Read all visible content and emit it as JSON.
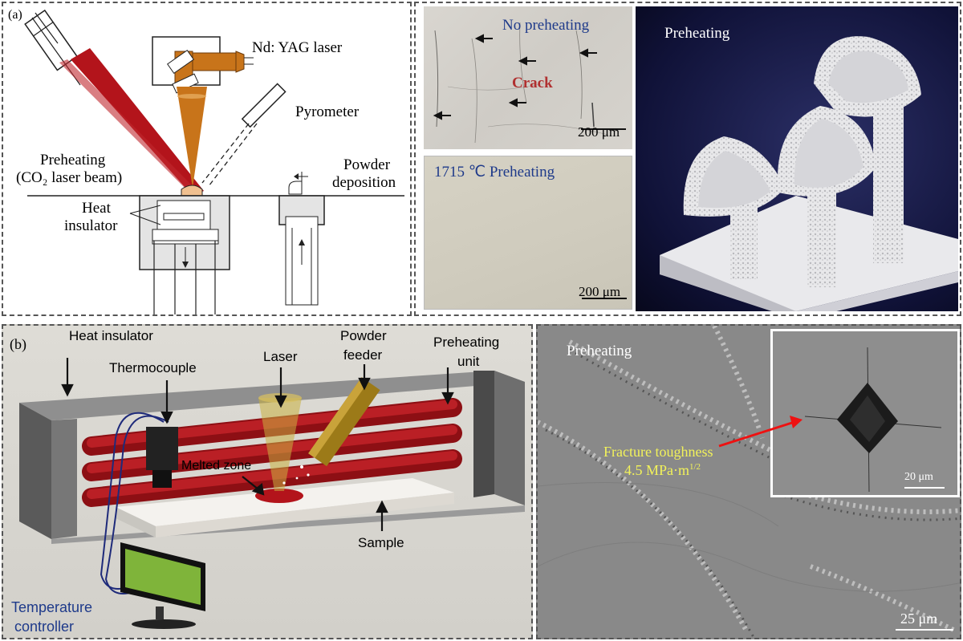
{
  "panel_a": {
    "label": "(a)",
    "nd_yag_laser": "Nd: YAG laser",
    "pyrometer": "Pyrometer",
    "preheating_line1": "Preheating",
    "preheating_line2": "(CO₂ laser beam)",
    "powder_line1": "Powder",
    "powder_line2": "deposition",
    "heat_line1": "Heat",
    "heat_line2": "insulator"
  },
  "micro_top": {
    "title": "No preheating",
    "crack": "Crack",
    "scale": "200 μm"
  },
  "micro_bottom": {
    "title": "1715 ℃  Preheating",
    "scale": "200 μm"
  },
  "photo_a": {
    "title": "Preheating"
  },
  "panel_b": {
    "label": "(b)",
    "heat_insulator": "Heat insulator",
    "thermocouple": "Thermocouple",
    "laser": "Laser",
    "powder_line1": "Powder",
    "powder_line2": "feeder",
    "preheat_line1": "Preheating",
    "preheat_line2": "unit",
    "melted_zone": "Melted zone",
    "sample": "Sample",
    "temp_line1": "Temperature",
    "temp_line2": "controller"
  },
  "sem_b": {
    "title": "Preheating",
    "fracture_line1": "Fracture toughness",
    "fracture_line2": "4.5 MPa·m",
    "fracture_exp": "1/2",
    "scale": "25 μm",
    "inset_scale": "20 μm"
  },
  "colors": {
    "laser_red": "#b3141b",
    "laser_orange": "#c8741a",
    "text_blue": "#1e3a8a",
    "crack_red": "#b03030",
    "fracture_yellow": "#f2f25a"
  }
}
